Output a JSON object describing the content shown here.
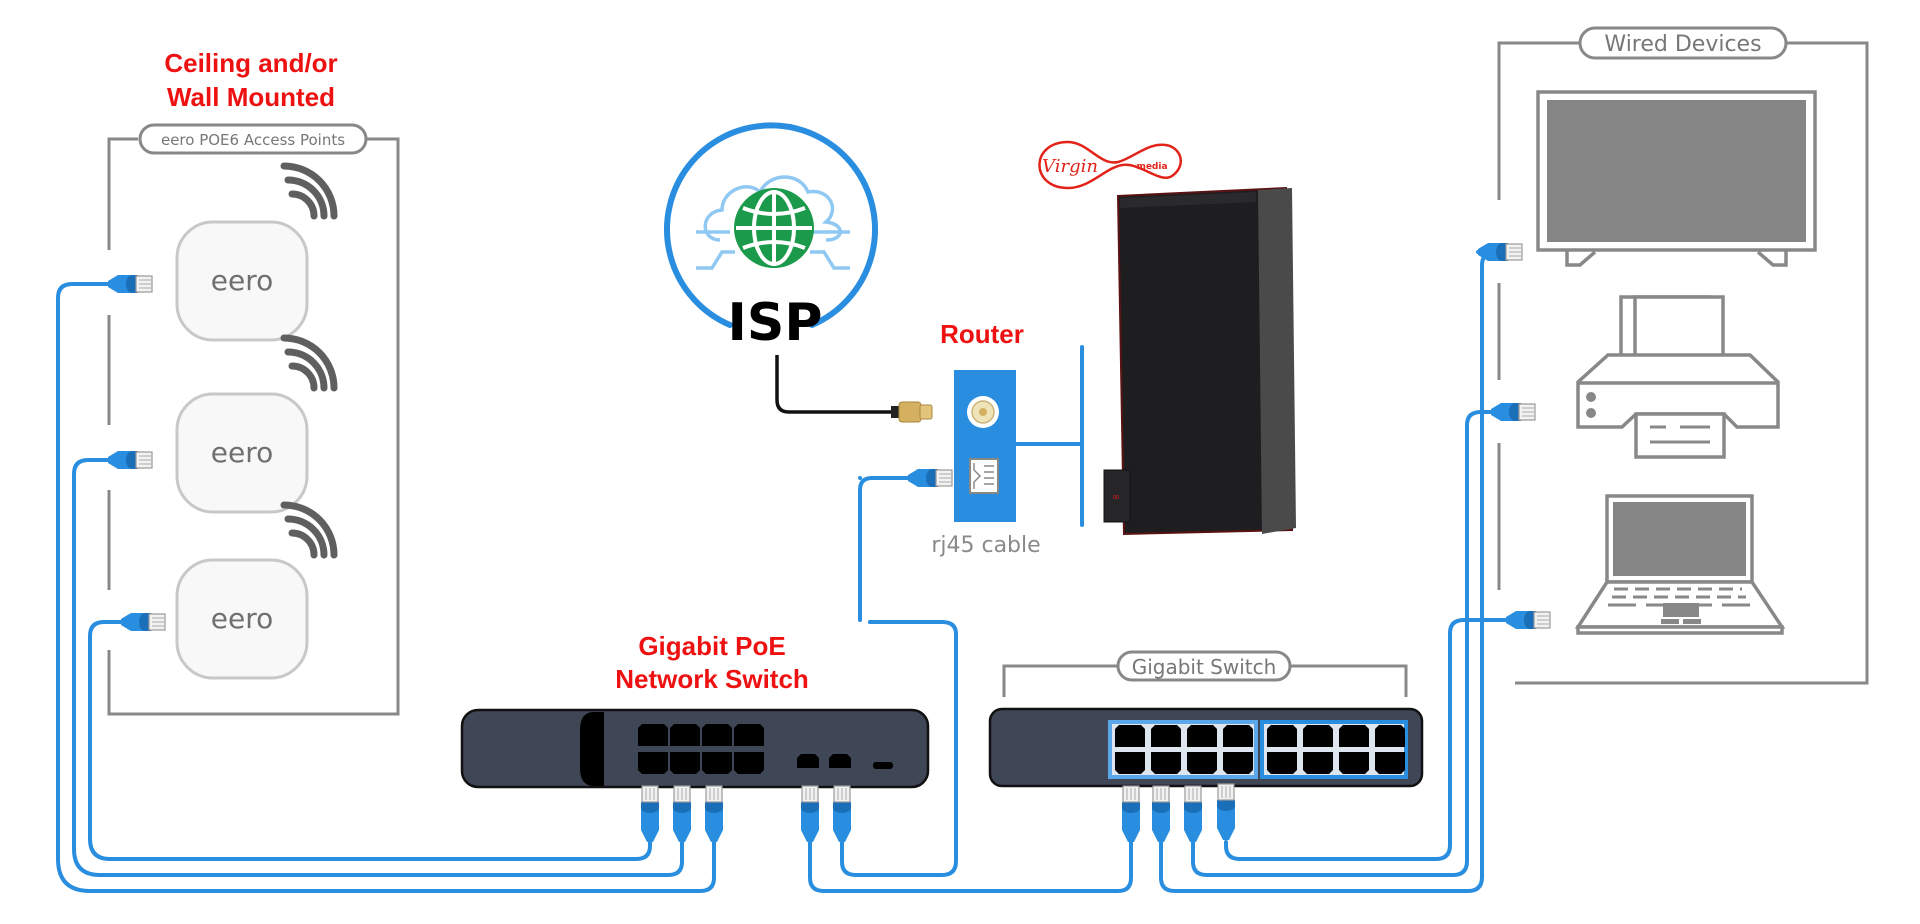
{
  "diagram": {
    "type": "home-network-topology",
    "colors": {
      "cable": "#2a8ee0",
      "label_red": "#ee1111",
      "frame_gray": "#888888",
      "switch_body": "#3f4656",
      "globe_green": "#1a9a4a",
      "cloud_light_blue": "#8fc8f2",
      "isp_ring": "#2a8ee0",
      "router_panel": "#2a8ee0",
      "coax_gold": "#d4b060",
      "virgin_red": "#e2231a"
    }
  },
  "access_points": {
    "heading_line1": "Ceiling and/or",
    "heading_line2": "Wall Mounted",
    "group_label": "eero POE6 Access Points",
    "devices": [
      {
        "label": "eero",
        "icon": "wifi-icon"
      },
      {
        "label": "eero",
        "icon": "wifi-icon"
      },
      {
        "label": "eero",
        "icon": "wifi-icon"
      }
    ]
  },
  "isp": {
    "label": "ISP",
    "icon": "globe-cloud-icon"
  },
  "router": {
    "label": "Router",
    "brand_script": "Virgin",
    "brand_sub": "media",
    "ports": [
      "coax-port-icon",
      "ethernet-port-icon"
    ],
    "cable_label": "rj45 cable"
  },
  "poe_switch": {
    "label_line1": "Gigabit PoE",
    "label_line2": "Network Switch",
    "ports": 8,
    "uplink_ports": 2
  },
  "gigabit_switch": {
    "label": "Gigabit Switch",
    "ports": 16
  },
  "wired_devices": {
    "group_label": "Wired Devices",
    "devices": [
      {
        "name": "tv",
        "icon": "tv-icon"
      },
      {
        "name": "printer",
        "icon": "printer-icon"
      },
      {
        "name": "laptop",
        "icon": "laptop-icon"
      }
    ]
  },
  "connections": [
    {
      "from": "isp",
      "to": "router",
      "medium": "coax"
    },
    {
      "from": "router",
      "to": "poe_switch",
      "medium": "rj45"
    },
    {
      "from": "poe_switch",
      "to": "eero-1",
      "medium": "rj45"
    },
    {
      "from": "poe_switch",
      "to": "eero-2",
      "medium": "rj45"
    },
    {
      "from": "poe_switch",
      "to": "eero-3",
      "medium": "rj45"
    },
    {
      "from": "poe_switch",
      "to": "gigabit_switch",
      "medium": "rj45"
    },
    {
      "from": "gigabit_switch",
      "to": "tv",
      "medium": "rj45"
    },
    {
      "from": "gigabit_switch",
      "to": "printer",
      "medium": "rj45"
    },
    {
      "from": "gigabit_switch",
      "to": "laptop",
      "medium": "rj45"
    }
  ]
}
